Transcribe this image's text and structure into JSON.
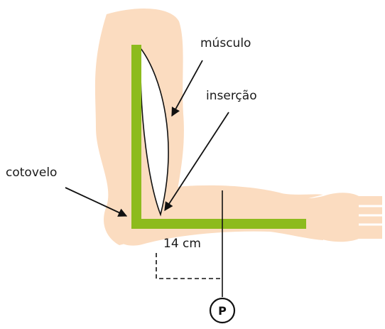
{
  "labels": {
    "muscle": "músculo",
    "insertion": "inserção",
    "elbow": "cotovelo",
    "distance": "14 cm",
    "weight": "P"
  },
  "colors": {
    "skin": "#fbdcc0",
    "bone": "#8dbb1d",
    "line": "#111111"
  }
}
